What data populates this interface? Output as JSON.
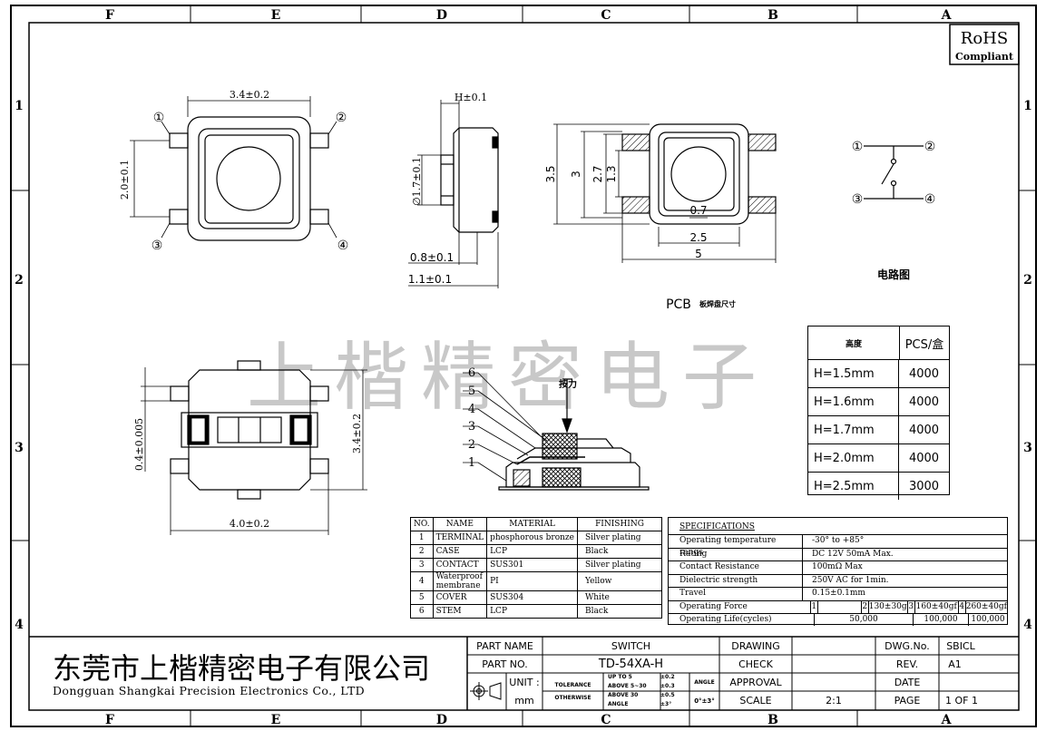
{
  "border": {
    "columns": [
      "F",
      "E",
      "D",
      "C",
      "B",
      "A"
    ],
    "rows": [
      "1",
      "2",
      "3",
      "4"
    ]
  },
  "rohs": {
    "line1": "RoHS",
    "line2": "Compliant"
  },
  "watermark": "上楷精密电子",
  "views": {
    "top": {
      "width": "3.4±0.2",
      "pitch": "2.0±0.1",
      "pins": [
        "①",
        "②",
        "③",
        "④"
      ]
    },
    "side": {
      "height": "H±0.1",
      "stem": "∅1.7±0.1",
      "foot": "0.8±0.1",
      "base": "1.1±0.1"
    },
    "pcb": {
      "d35": "3.5",
      "d3": "3",
      "d27": "2.7",
      "d13": "1.3",
      "d07": "0.7",
      "d25": "2.5",
      "d5": "5",
      "label": "PCB",
      "label_cn": "板焊盘尺寸"
    },
    "circuit": {
      "pins": [
        "①",
        "②",
        "③",
        "④"
      ],
      "label": "电路图"
    },
    "bottom": {
      "thick": "0.4±0.005",
      "height": "3.4±0.2",
      "width": "4.0±0.2"
    },
    "section": {
      "callouts": [
        "6",
        "5",
        "4",
        "3",
        "2",
        "1"
      ],
      "force": "按力"
    }
  },
  "height_table": {
    "header": [
      "高度",
      "PCS/盒"
    ],
    "rows": [
      [
        "H=1.5mm",
        "4000"
      ],
      [
        "H=1.6mm",
        "4000"
      ],
      [
        "H=1.7mm",
        "4000"
      ],
      [
        "H=2.0mm",
        "4000"
      ],
      [
        "H=2.5mm",
        "3000"
      ]
    ]
  },
  "bom": {
    "header": [
      "NO.",
      "NAME",
      "MATERIAL",
      "FINISHING"
    ],
    "rows": [
      [
        "1",
        "TERMINAL",
        "phosphorous bronze",
        "Silver plating"
      ],
      [
        "2",
        "CASE",
        "LCP",
        "Black"
      ],
      [
        "3",
        "CONTACT",
        "SUS301",
        "Silver plating"
      ],
      [
        "4",
        "Waterproof membrane",
        "PI",
        "Yellow"
      ],
      [
        "5",
        "COVER",
        "SUS304",
        "White"
      ],
      [
        "6",
        "STEM",
        "LCP",
        "Black"
      ]
    ]
  },
  "specs": {
    "title": "SPECIFICATIONS",
    "rows": [
      [
        "Operating temperature rangs",
        "-30° to +85°"
      ],
      [
        "Rating",
        "DC 12V 50mA Max."
      ],
      [
        "Contact Resistance",
        "100mΩ Max"
      ],
      [
        "Dielectric strength",
        "250V AC for 1min."
      ],
      [
        "Travel",
        "0.15±0.1mm"
      ]
    ],
    "force_label": "Operating Force",
    "force": [
      "1",
      "",
      "2",
      "130±30gf",
      "3",
      "160±40gf",
      "4",
      "260±40gf"
    ],
    "life_label": "Operating Life(cycles)",
    "life": [
      "50,000",
      "100,000",
      "100,000"
    ]
  },
  "title_block": {
    "company_cn": "东莞市上楷精密电子有限公司",
    "company_en": "Dongguan Shangkai Precision Electronics Co., LTD",
    "part_name_label": "PART NAME",
    "part_name": "SWITCH",
    "part_no_label": "PART NO.",
    "part_no": "TD-54XA-H",
    "unit_label": "UNIT :",
    "unit": "mm",
    "tolerance_label": "TOLERANCE",
    "otherwise_label": "OTHERWISE",
    "tol_ranges": [
      "UP TO 5",
      "ABOVE 5~30",
      "ABOVE 30",
      "ANGLE"
    ],
    "tol_values": [
      "±0.2",
      "±0.3",
      "±0.5",
      "±3°"
    ],
    "angle_label": "ANGLE",
    "angle_value": "0°±3°",
    "drawing": "DRAWING",
    "check": "CHECK",
    "approval": "APPROVAL",
    "scale_label": "SCALE",
    "scale": "2:1",
    "dwg_label": "DWG.No.",
    "dwg": "SBICL",
    "rev_label": "REV.",
    "rev": "A1",
    "date_label": "DATE",
    "date": "",
    "page_label": "PAGE",
    "page": "1 OF 1"
  },
  "colors": {
    "line": "#000000",
    "watermark": "#c8c8c8"
  }
}
